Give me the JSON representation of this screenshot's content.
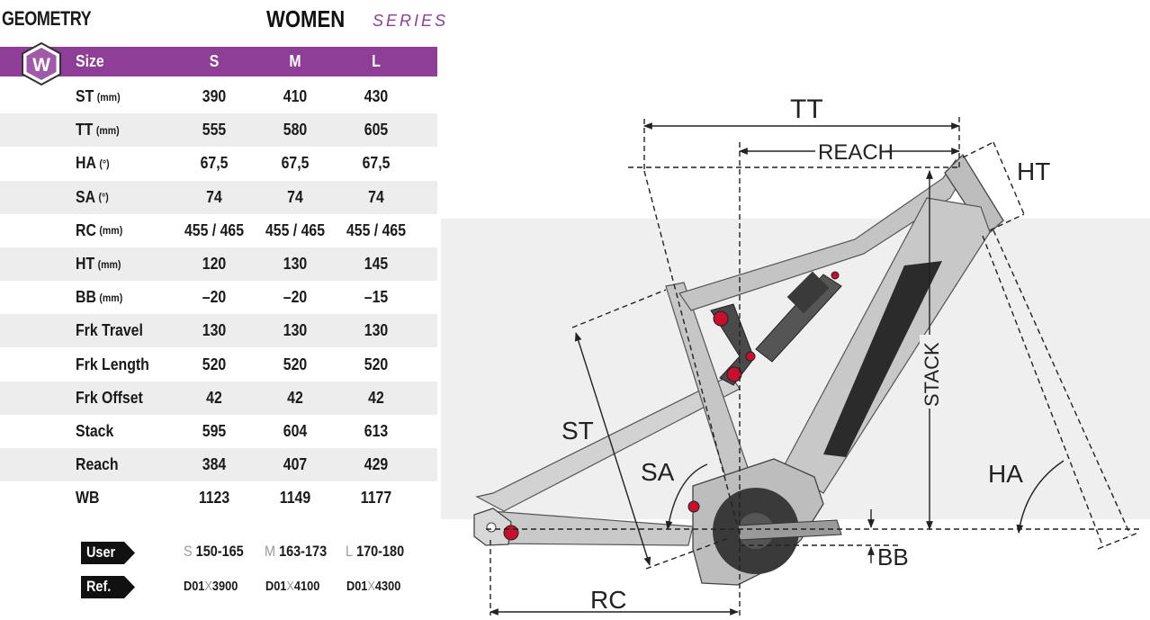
{
  "header": {
    "title": "GEOMETRY",
    "series_main": "WOMEN",
    "series_sub": "SERIES",
    "badge_letter": "W"
  },
  "table": {
    "columns": [
      "Size",
      "S",
      "M",
      "L"
    ],
    "rows": [
      {
        "label": "ST",
        "unit": "(mm)",
        "s": "390",
        "m": "410",
        "l": "430"
      },
      {
        "label": "TT",
        "unit": "(mm)",
        "s": "555",
        "m": "580",
        "l": "605"
      },
      {
        "label": "HA",
        "unit": "(°)",
        "s": "67,5",
        "m": "67,5",
        "l": "67,5"
      },
      {
        "label": "SA",
        "unit": "(°)",
        "s": "74",
        "m": "74",
        "l": "74"
      },
      {
        "label": "RC",
        "unit": "(mm)",
        "s": "455 / 465",
        "m": "455 / 465",
        "l": "455 / 465"
      },
      {
        "label": "HT",
        "unit": "(mm)",
        "s": "120",
        "m": "130",
        "l": "145"
      },
      {
        "label": "BB",
        "unit": "(mm)",
        "s": "–20",
        "m": "–20",
        "l": "–15"
      },
      {
        "label": "Frk Travel",
        "unit": "",
        "s": "130",
        "m": "130",
        "l": "130"
      },
      {
        "label": "Frk Length",
        "unit": "",
        "s": "520",
        "m": "520",
        "l": "520"
      },
      {
        "label": "Frk Offset",
        "unit": "",
        "s": "42",
        "m": "42",
        "l": "42"
      },
      {
        "label": "Stack",
        "unit": "",
        "s": "595",
        "m": "604",
        "l": "613"
      },
      {
        "label": "Reach",
        "unit": "",
        "s": "384",
        "m": "407",
        "l": "429"
      },
      {
        "label": "WB",
        "unit": "",
        "s": "1123",
        "m": "1149",
        "l": "1177"
      }
    ]
  },
  "footer": {
    "user": {
      "label": "User",
      "s_size": "S",
      "s_range": "150-165",
      "m_size": "M",
      "m_range": "163-173",
      "l_size": "L",
      "l_range": "170-180"
    },
    "ref": {
      "label": "Ref.",
      "s_a": "D01",
      "s_x": "X",
      "s_b": "3900",
      "m_a": "D01",
      "m_x": "X",
      "m_b": "4100",
      "l_a": "D01",
      "l_x": "X",
      "l_b": "4300"
    }
  },
  "diagram": {
    "labels": {
      "tt": "TT",
      "reach": "REACH",
      "ht": "HT",
      "stack": "STACK",
      "st": "ST",
      "sa": "SA",
      "ha": "HA",
      "rc": "RC",
      "bb": "BB"
    }
  },
  "colors": {
    "accent": "#8e3e96",
    "frame": "#c8c8c8",
    "battery": "#2b2b2b",
    "pivot": "#c8102e",
    "row_shade": "#ededed"
  }
}
